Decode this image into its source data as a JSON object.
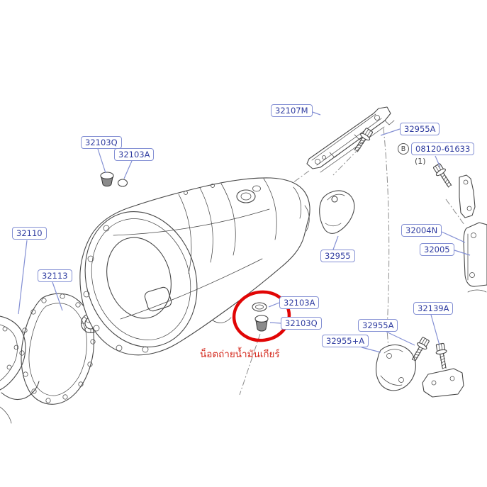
{
  "colors": {
    "label_text": "#2f3ca0",
    "label_border": "#8490d4",
    "leader_line": "#8490d4",
    "drawing_line": "#474747",
    "highlight": "#e10505",
    "annotation": "#d42a1e"
  },
  "labels": {
    "plug_top_q": "32103Q",
    "oring_top_a": "32103A",
    "bracket_top": "32107M",
    "bolt_top_a": "32955A",
    "bolt_b_prefix": "B",
    "bolt_b_number": "08120-61633",
    "bolt_b_qty": "(1)",
    "case_front": "32110",
    "gasket": "32113",
    "shield_mid": "32955",
    "bracket_right_n": "32004N",
    "bracket_right": "32005",
    "washer_mid_a": "32103A",
    "plug_mid_q": "32103Q",
    "shield_bottom_plus": "32955+A",
    "bolt_bottom_a": "32955A",
    "bolt_bottom_139": "32139A"
  },
  "annotation": {
    "thai_note": "น็อตถ่ายน้ำมันเกียร์"
  }
}
